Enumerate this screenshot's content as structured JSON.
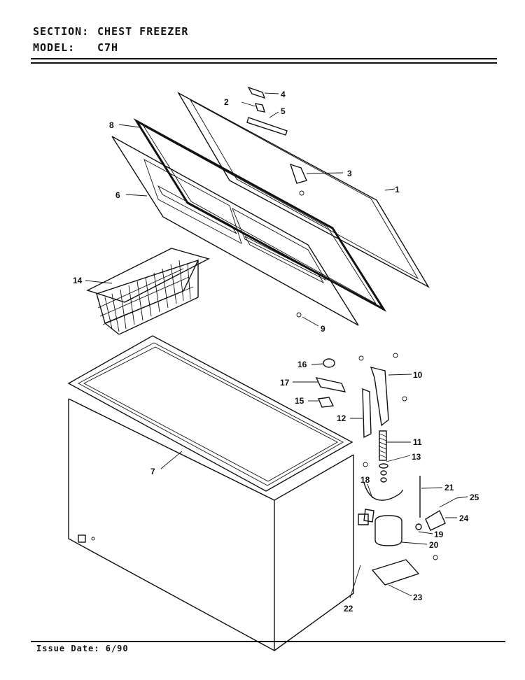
{
  "header": {
    "section_label": "SECTION:",
    "section_value": "CHEST FREEZER",
    "model_label": "MODEL:",
    "model_value": "C7H"
  },
  "footer": {
    "issue_label": "Issue Date:",
    "issue_value": "6/90"
  },
  "callouts": {
    "c1": "1",
    "c2": "2",
    "c3": "3",
    "c4": "4",
    "c5": "5",
    "c6": "6",
    "c7": "7",
    "c8": "8",
    "c9": "9",
    "c10": "10",
    "c11": "11",
    "c12": "12",
    "c13": "13",
    "c14": "14",
    "c15": "15",
    "c16": "16",
    "c17": "17",
    "c18": "18",
    "c19": "19",
    "c20": "20",
    "c21": "21",
    "c22": "22",
    "c23": "23",
    "c24": "24",
    "c25": "25"
  }
}
